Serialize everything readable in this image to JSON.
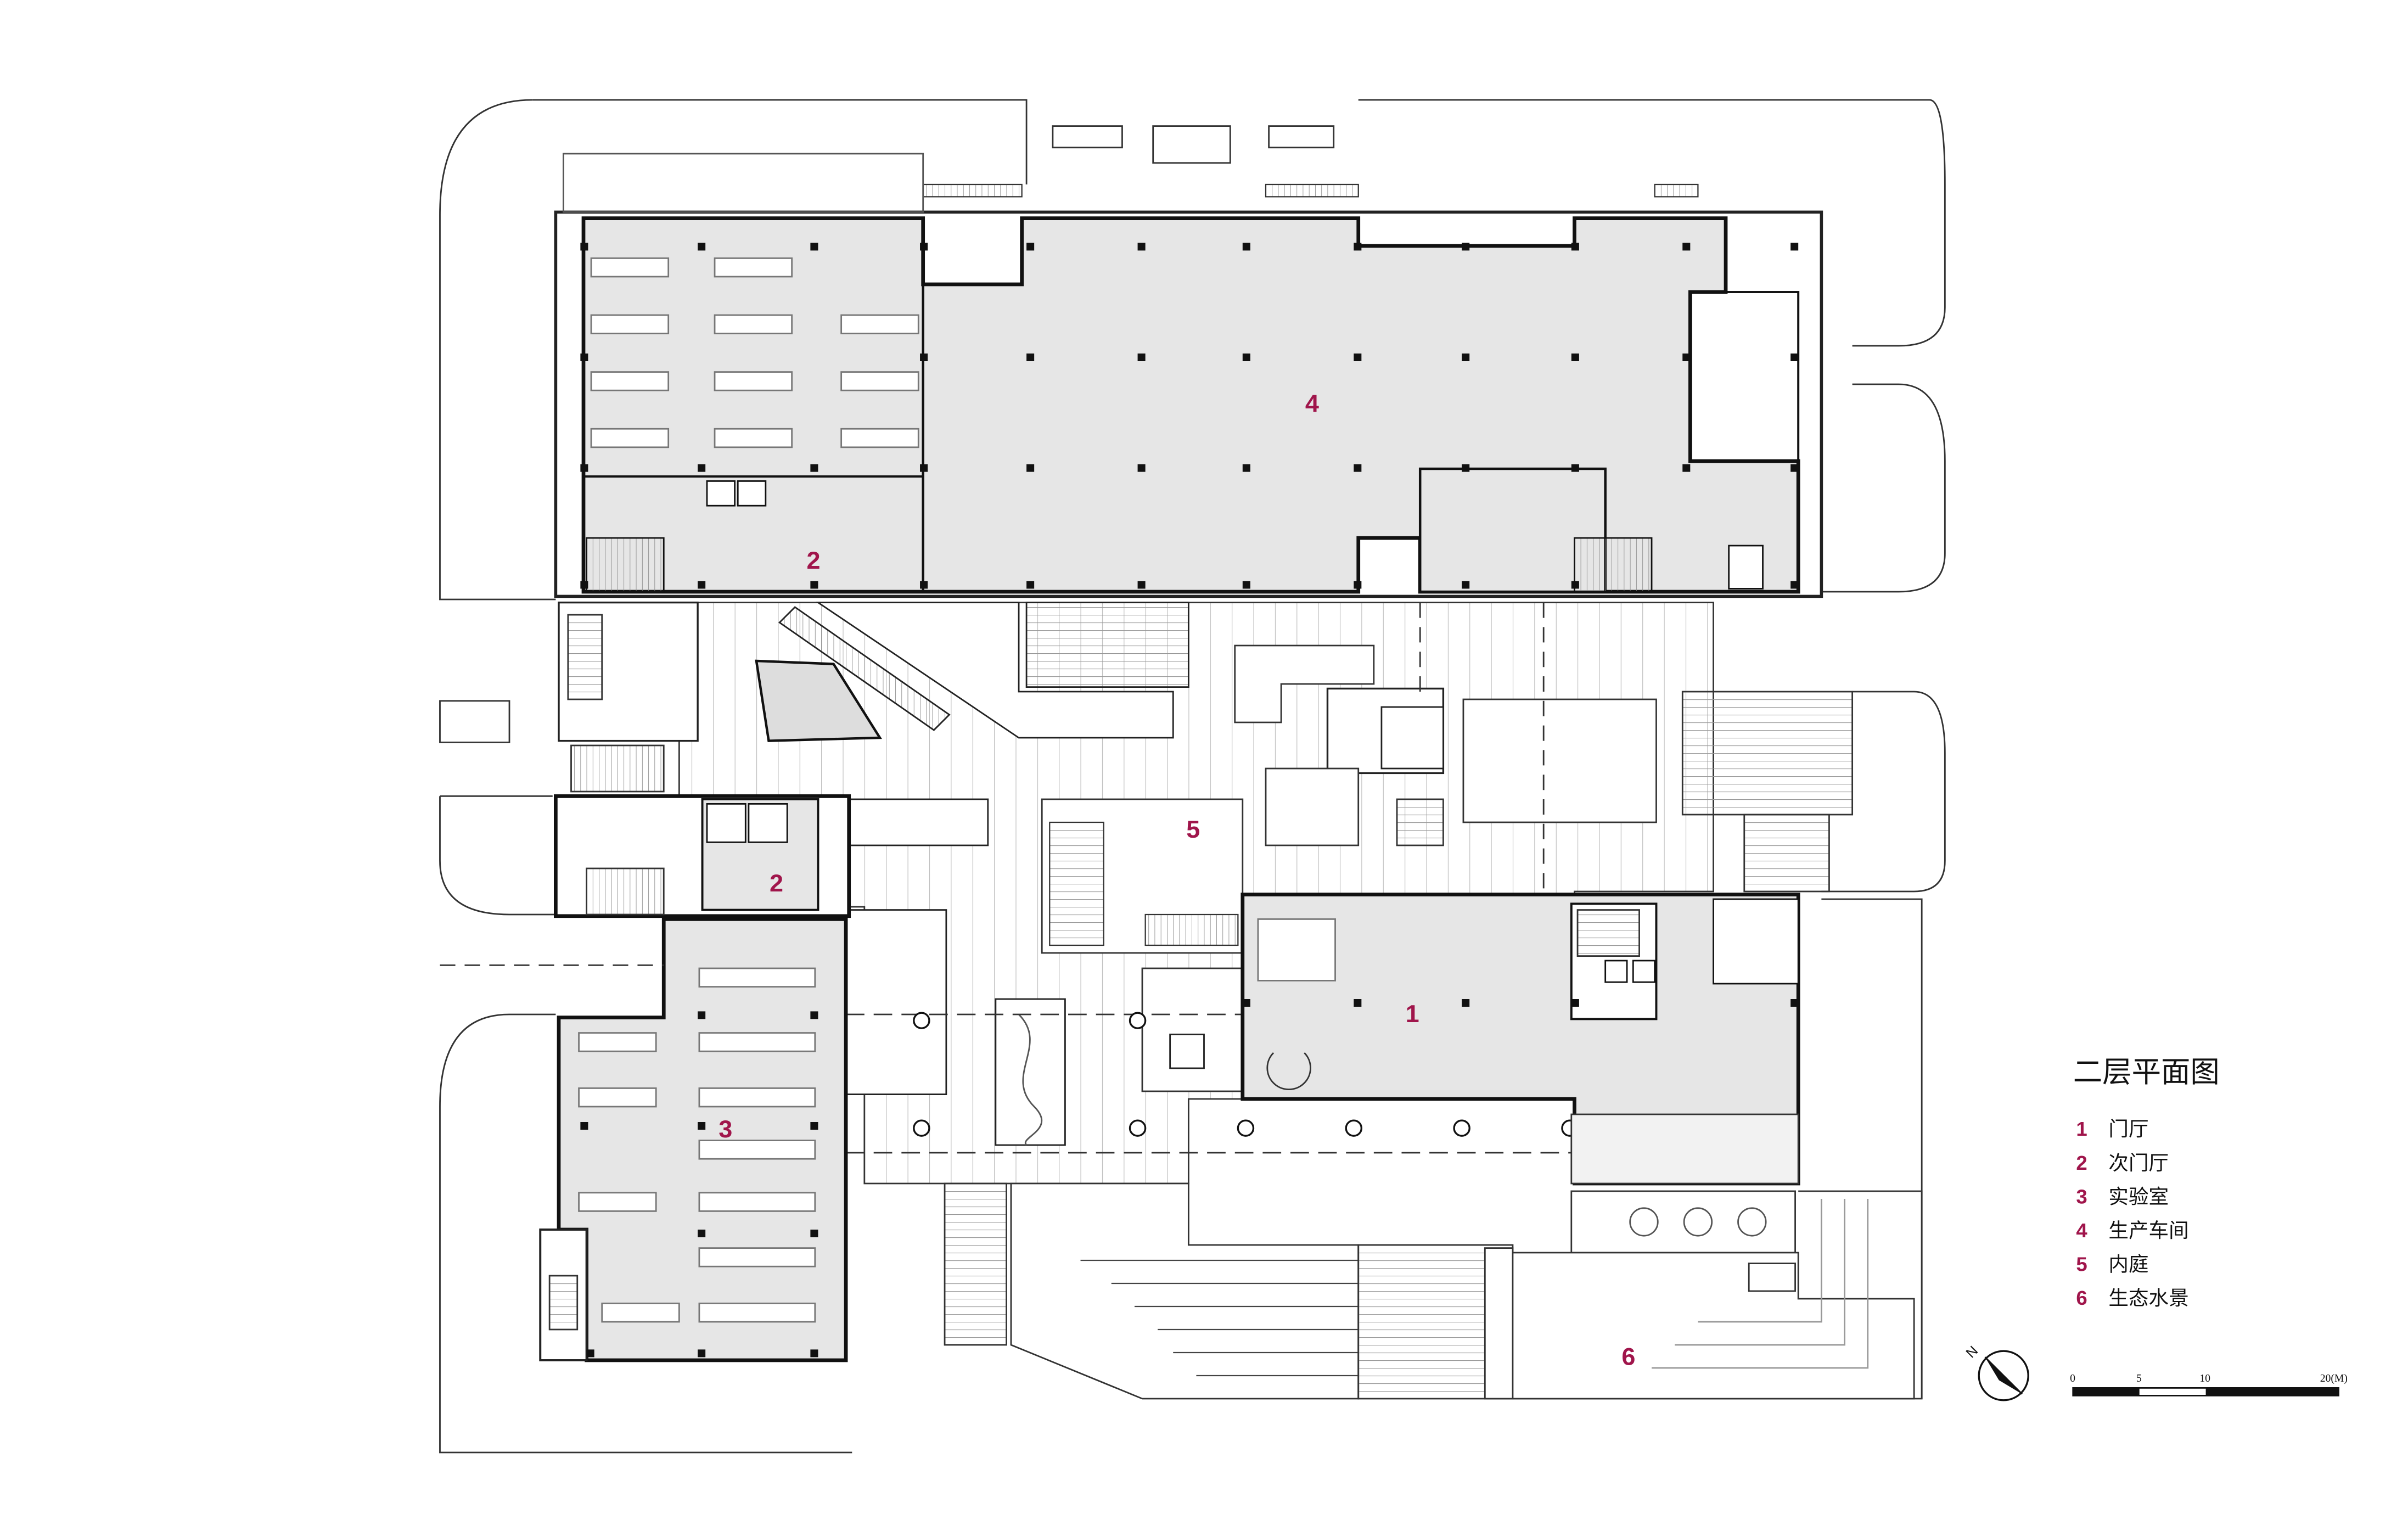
{
  "accent_color": "#a0154b",
  "floor_fill": "#e6e6e6",
  "room_numbers": [
    {
      "id": "r4-workshop",
      "label": "4"
    },
    {
      "id": "r2-north",
      "label": "2"
    },
    {
      "id": "r2-west",
      "label": "2"
    },
    {
      "id": "r5-courtyard",
      "label": "5"
    },
    {
      "id": "r1-lobby",
      "label": "1"
    },
    {
      "id": "r3-lab",
      "label": "3"
    },
    {
      "id": "r6-waterscape",
      "label": "6"
    }
  ],
  "legend": {
    "title": "二层平面图",
    "items": [
      {
        "num": "1",
        "text": "门厅"
      },
      {
        "num": "2",
        "text": "次门厅"
      },
      {
        "num": "3",
        "text": "实验室"
      },
      {
        "num": "4",
        "text": "生产车间"
      },
      {
        "num": "5",
        "text": "内庭"
      },
      {
        "num": "6",
        "text": "生态水景"
      }
    ]
  },
  "north_arrow": {
    "label": "N",
    "icon": "north-arrow-icon"
  },
  "scale_bar": {
    "ticks": [
      "0",
      "5",
      "10",
      "20(M)"
    ]
  }
}
